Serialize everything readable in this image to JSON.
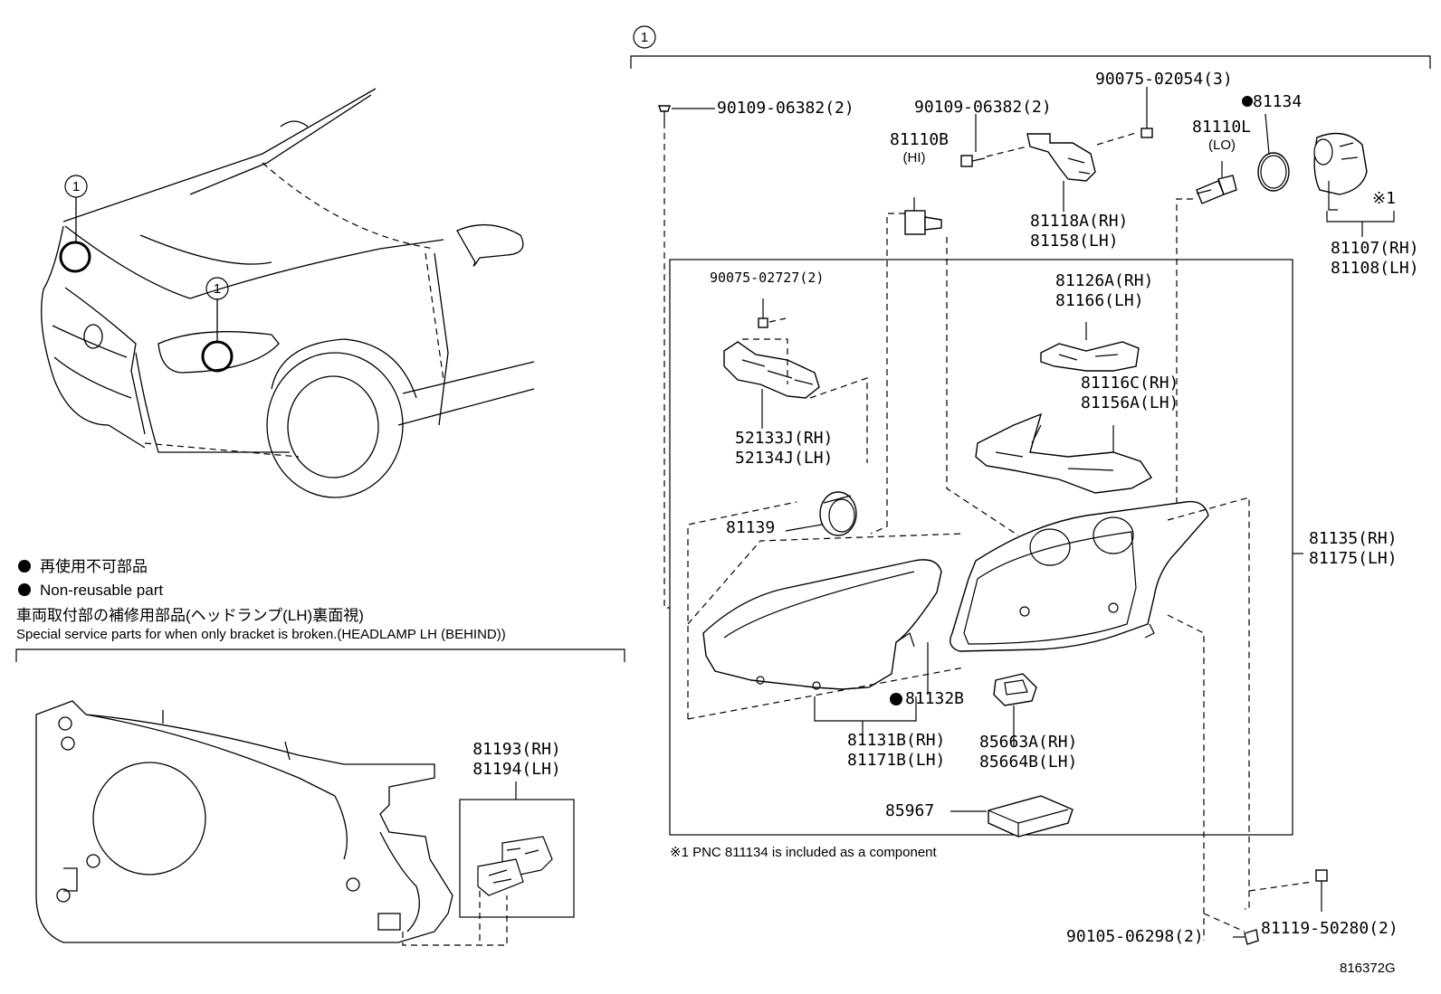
{
  "callouts": {
    "one": "1"
  },
  "legend": {
    "nonreusable_jp": "再使用不可部品",
    "nonreusable_en": "Non-reusable part",
    "special_jp": "車両取付部の補修用部品(ヘッドランプ(LH)裏面視)",
    "special_en": "Special service parts for when only bracket is broken.(HEADLAMP LH (BEHIND))"
  },
  "parts": {
    "p81193": "81193(RH)",
    "p81194": "81194(LH)",
    "p90109_a": "90109-06382(2)",
    "p90109_b": "90109-06382(2)",
    "p90075_02054": "90075-02054(3)",
    "p81134": "81134",
    "p81110B": "81110B",
    "hi": "(HI)",
    "p81110L": "81110L",
    "lo": "(LO)",
    "note_mark": "※1",
    "p81118A": "81118A(RH)",
    "p81158": "81158(LH)",
    "p81107": "81107(RH)",
    "p81108": "81108(LH)",
    "p90075_02727": "90075-02727(2)",
    "p81126A": "81126A(RH)",
    "p81166": "81166(LH)",
    "p81116C": "81116C(RH)",
    "p81156A": "81156A(LH)",
    "p52133J": "52133J(RH)",
    "p52134J": "52134J(LH)",
    "p81139": "81139",
    "p81135": "81135(RH)",
    "p81175": "81175(LH)",
    "p81132B": "81132B",
    "p81131B": "81131B(RH)",
    "p81171B": "81171B(LH)",
    "p85663A": "85663A(RH)",
    "p85664B": "85664B(LH)",
    "p85967": "85967",
    "p90105": "90105-06298(2)",
    "p81119": "81119-50280(2)"
  },
  "footnote": "※1 PNC 811134 is included as a component",
  "diagram_id": "816372G"
}
